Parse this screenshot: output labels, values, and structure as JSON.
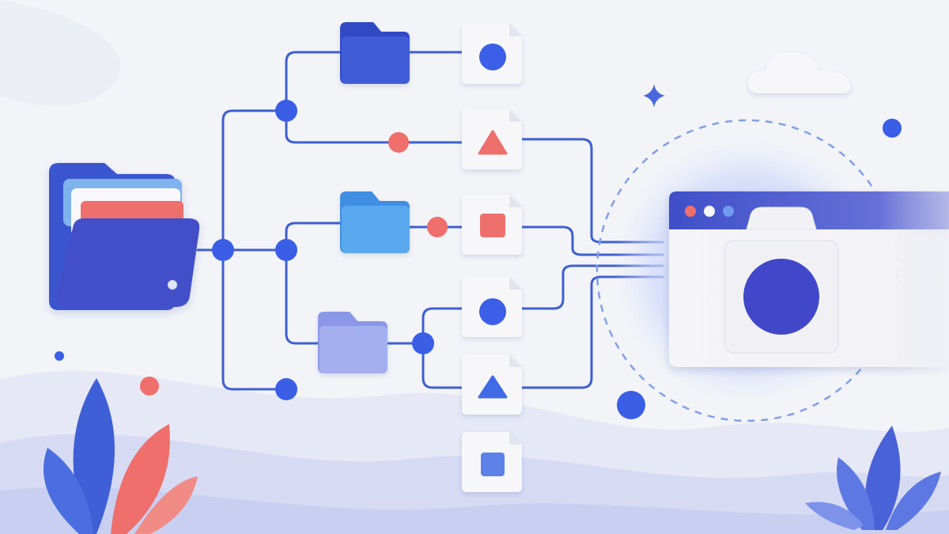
{
  "palette": {
    "background": "#f3f4f8",
    "connector": "#3f5fd0",
    "node_dot": "#3a5ee6",
    "accent_coral": "#ee6f6c",
    "folder_dark": "#3f5bd6",
    "folder_medium": "#4f8fe6",
    "folder_light": "#9aa6ee",
    "card_white": "#f7f7f9",
    "wave_lavender": "#d6daf3"
  },
  "source_folder": {
    "icon": "folder-icon",
    "contents": [
      "light-blue-sheet",
      "white-sheet",
      "coral-sheet"
    ]
  },
  "subfolders": [
    {
      "icon": "folder-icon",
      "tone": "dark-blue"
    },
    {
      "icon": "folder-icon",
      "tone": "sky-blue"
    },
    {
      "icon": "folder-icon",
      "tone": "lavender"
    }
  ],
  "file_cards": [
    {
      "icon": "circle-icon",
      "shape": "circle",
      "color": "#3a5ee6"
    },
    {
      "icon": "triangle-icon",
      "shape": "triangle",
      "color": "#ee6f6c"
    },
    {
      "icon": "square-icon",
      "shape": "square",
      "color": "#ee6f6c"
    },
    {
      "icon": "circle-icon",
      "shape": "circle",
      "color": "#3a5ee6"
    },
    {
      "icon": "triangle-icon",
      "shape": "triangle",
      "color": "#3f6ae6"
    },
    {
      "icon": "square-icon",
      "shape": "square",
      "color": "#5b82ea"
    }
  ],
  "browser_window": {
    "window_controls": [
      "red-dot",
      "white-dot",
      "blue-dot"
    ],
    "content_icon": "camera-icon",
    "lens_color": "#4046c8"
  },
  "decorations": [
    "cloud",
    "sparkle",
    "floating-dots",
    "leaves-left",
    "leaves-right",
    "background-waves"
  ]
}
